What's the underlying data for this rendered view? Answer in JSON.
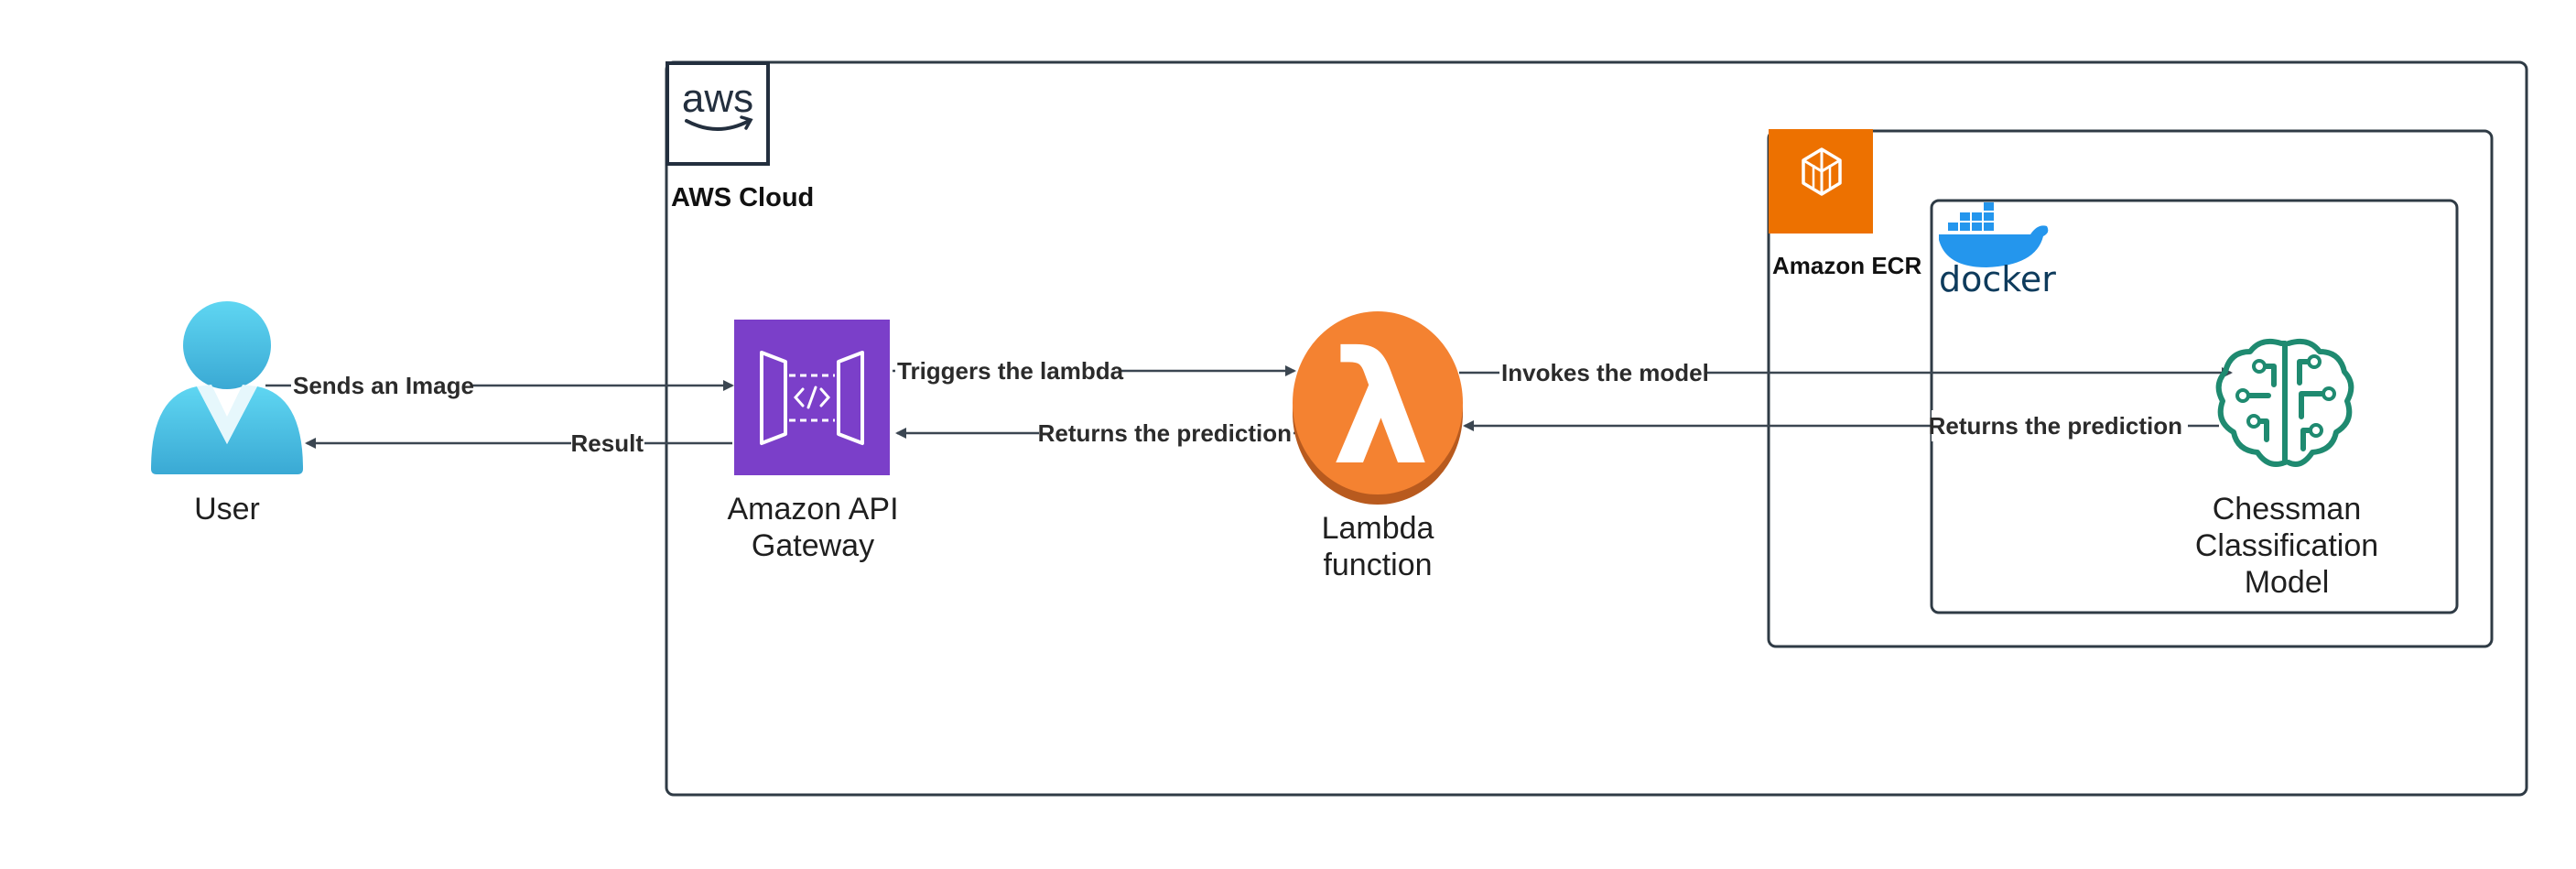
{
  "groups": {
    "aws_cloud": {
      "label": "AWS Cloud",
      "logo_text": "aws"
    },
    "ecr": {
      "label": "Amazon ECR"
    },
    "docker": {
      "logo_text": "docker"
    }
  },
  "nodes": {
    "user": {
      "label": "User",
      "icon": "user-icon"
    },
    "api_gateway": {
      "label_line1": "Amazon API",
      "label_line2": "Gateway",
      "icon": "api-gateway-icon"
    },
    "lambda": {
      "label_line1": "Lambda",
      "label_line2": "function",
      "icon": "lambda-icon",
      "glyph": "λ"
    },
    "model": {
      "label_line1": "Chessman",
      "label_line2": "Classification",
      "label_line3": "Model",
      "icon": "sagemaker-brain-icon"
    }
  },
  "edges": {
    "sends_image": "Sends an Image",
    "result": "Result",
    "triggers_lambda": "Triggers the lambda",
    "returns_prediction_gateway": "Returns the prediction",
    "invokes_model": "Invokes the model",
    "returns_prediction_model": "Returns the prediction"
  },
  "colors": {
    "api_gateway": "#7B3FC9",
    "lambda": "#F48231",
    "lambda_shadow": "#B85A1E",
    "ecr": "#ED7100",
    "user": "#4FC7E8",
    "model": "#1F8A70",
    "docker": "#2496ED",
    "border": "#2F3B45"
  }
}
